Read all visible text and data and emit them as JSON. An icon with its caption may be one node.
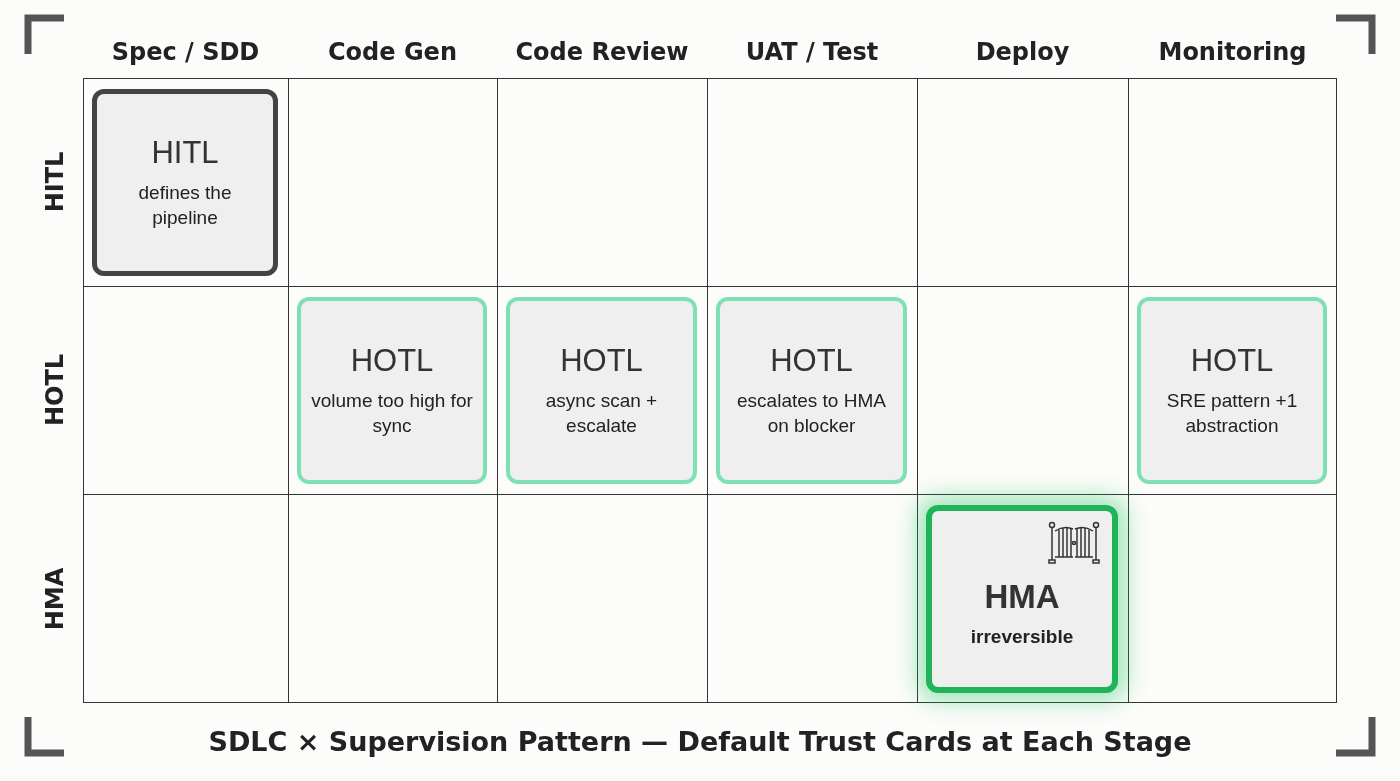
{
  "diagram": {
    "caption": "SDLC × Supervision Pattern — Default Trust Cards at Each Stage",
    "nodes": [
      {
        "text": [
          "HITL",
          "defines the pipeline"
        ]
      },
      {
        "text": [
          "HOTL",
          "volume too high for sync"
        ]
      },
      {
        "text": [
          "HOTL",
          "async scan + escalate"
        ]
      },
      {
        "text": [
          "HOTL",
          "escalates to HMA on blocker"
        ]
      },
      {
        "text": [
          "HOTL",
          "SRE pattern +1 abstraction"
        ]
      },
      {
        "text": [
          "HMA",
          "irreversible"
        ]
      }
    ],
    "labels": [
      "Spec / SDD",
      "Code Gen",
      "Code Review",
      "UAT / Test",
      "Deploy",
      "Monitoring",
      "HITL",
      "HOTL",
      "HMA"
    ]
  }
}
